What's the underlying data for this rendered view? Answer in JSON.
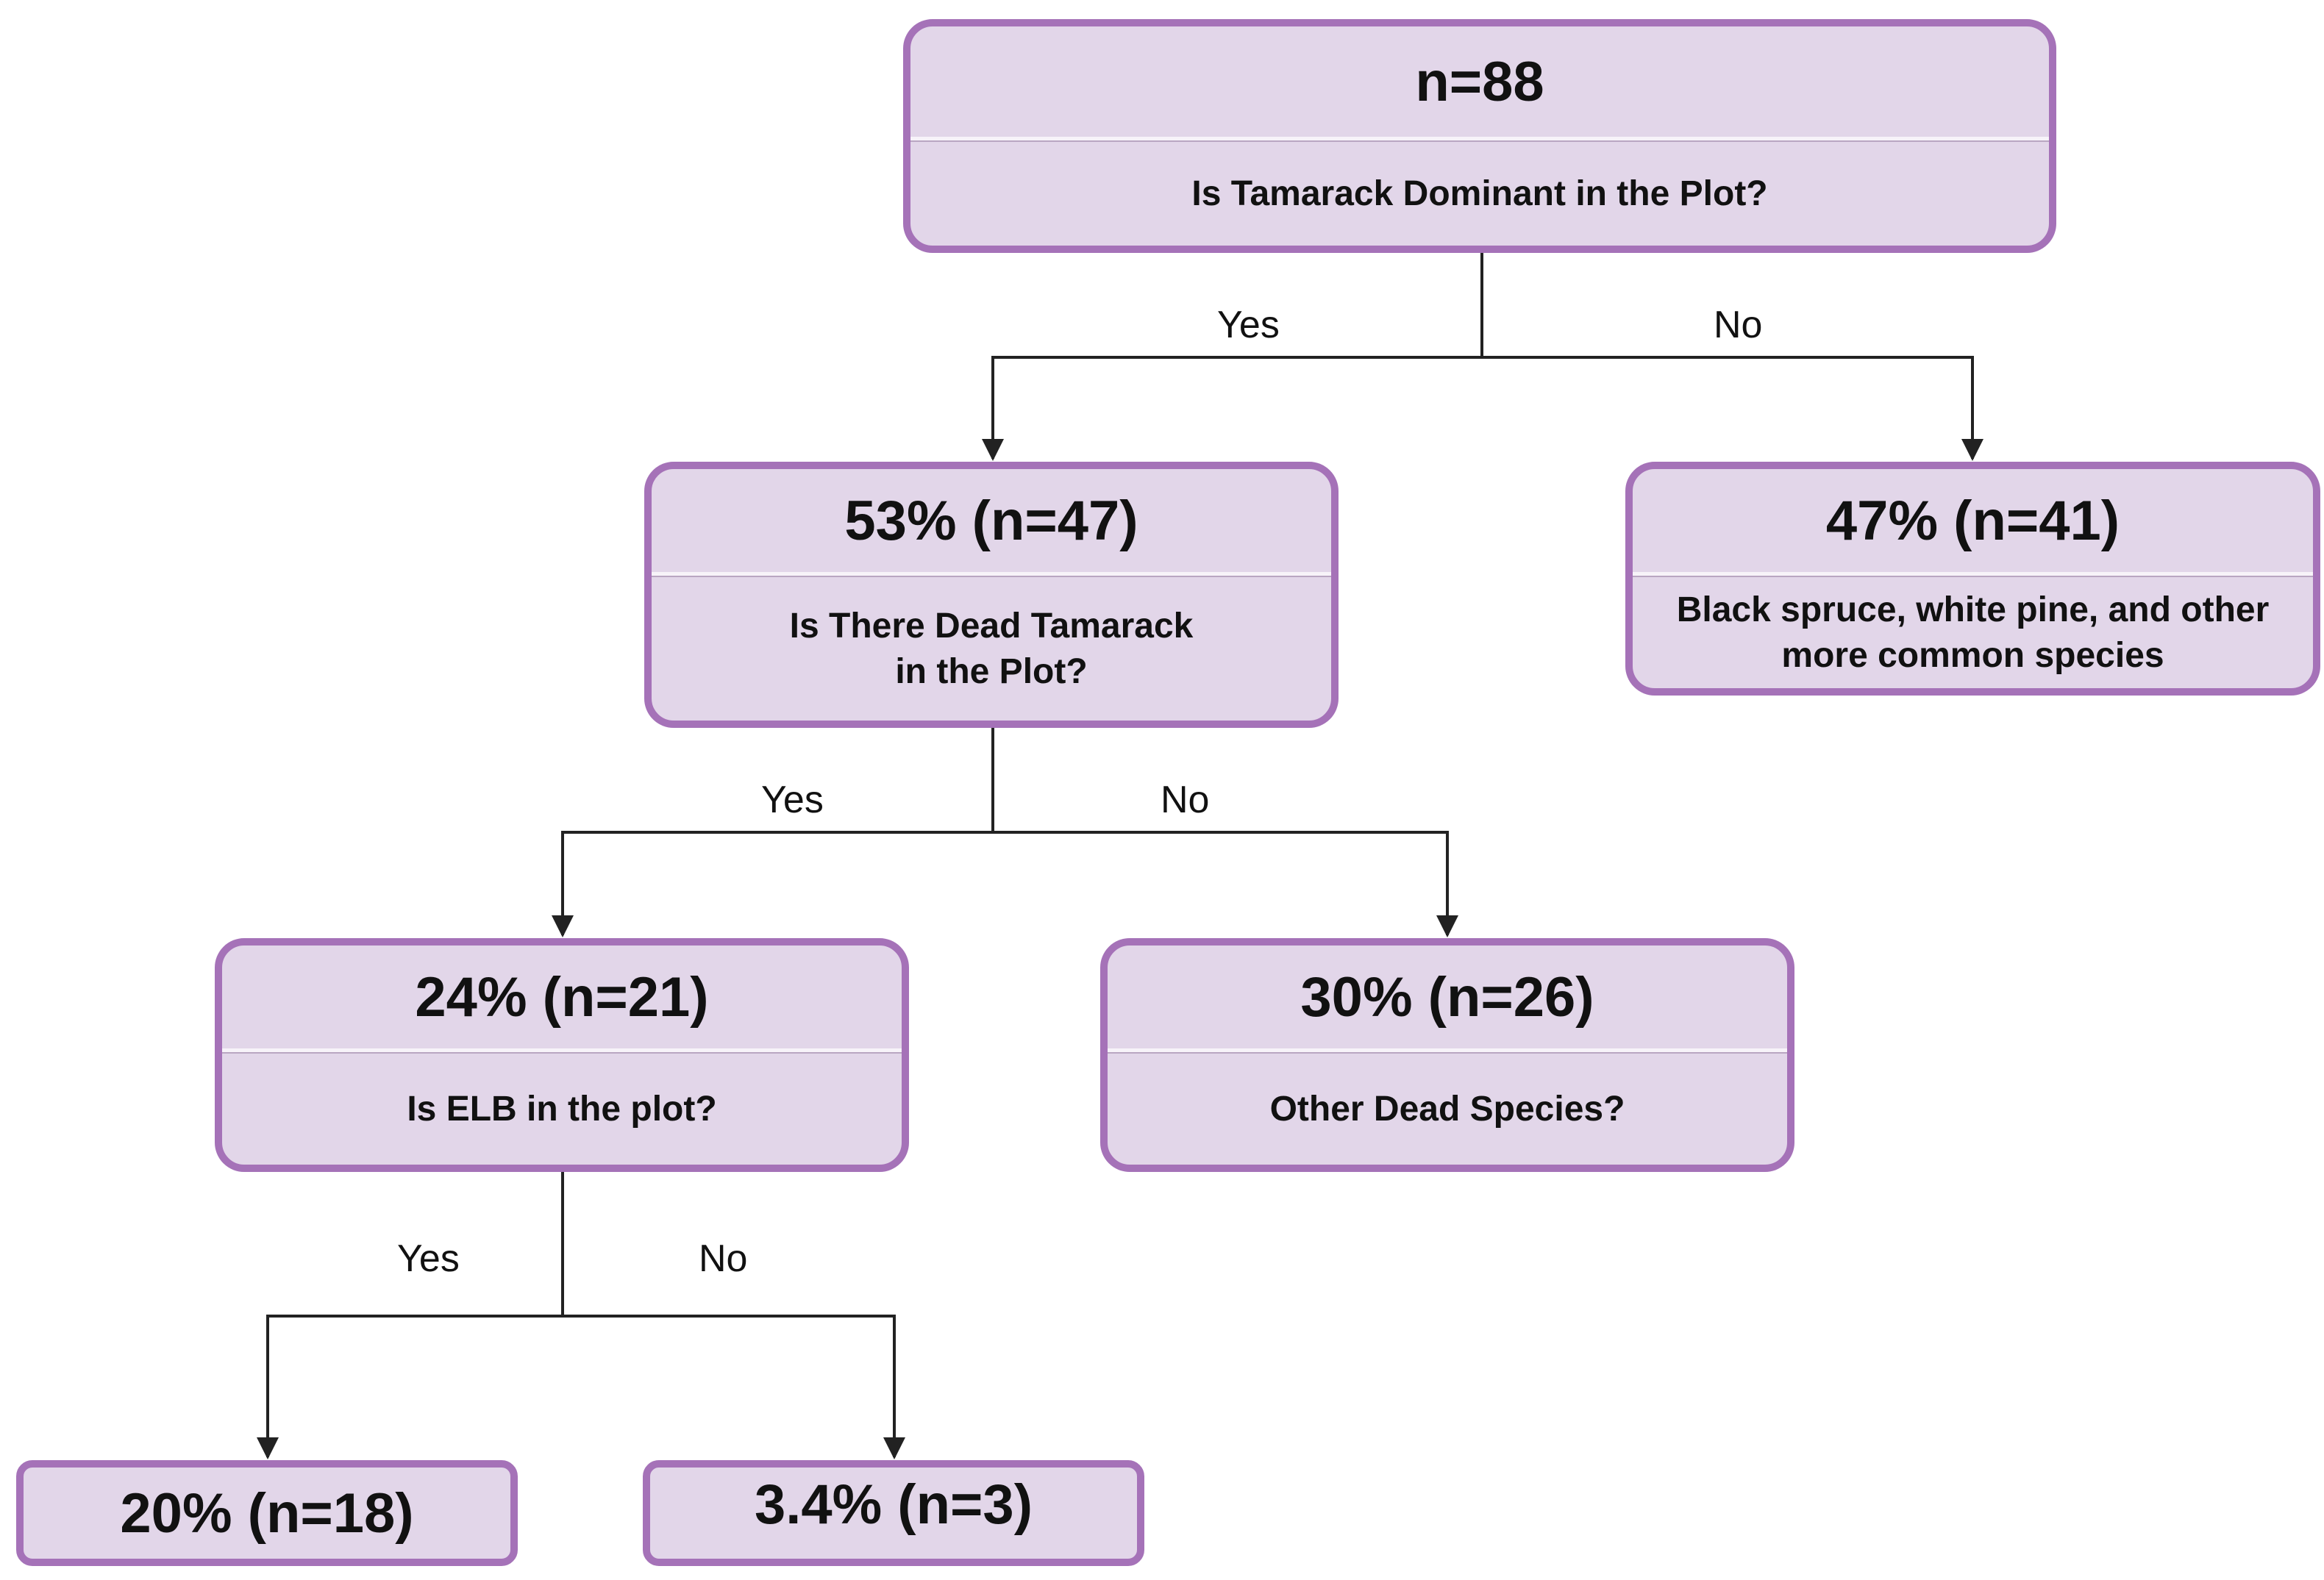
{
  "colors": {
    "node_fill": "#e2d6e9",
    "node_border": "#a572b8",
    "edge": "#222222"
  },
  "root": {
    "head": "n=88",
    "question": "Is Tamarack Dominant in the Plot?"
  },
  "tamarack_yes": {
    "head": "53% (n=47)",
    "question": "Is There Dead Tamarack\nin the Plot?"
  },
  "tamarack_no": {
    "head": "47% (n=41)",
    "question": "Black spruce, white pine, and other\nmore common species"
  },
  "dead_yes": {
    "head": "24% (n=21)",
    "question": "Is ELB in the plot?"
  },
  "dead_no": {
    "head": "30% (n=26)",
    "question": "Other Dead Species?"
  },
  "elb_yes": {
    "head": "20% (n=18)"
  },
  "elb_no": {
    "head": "3.4% (n=3)"
  },
  "edge_labels": {
    "root_yes": "Yes",
    "root_no": "No",
    "tamarack_yes_yes": "Yes",
    "tamarack_yes_no": "No",
    "dead_yes_yes": "Yes",
    "dead_yes_no": "No"
  }
}
